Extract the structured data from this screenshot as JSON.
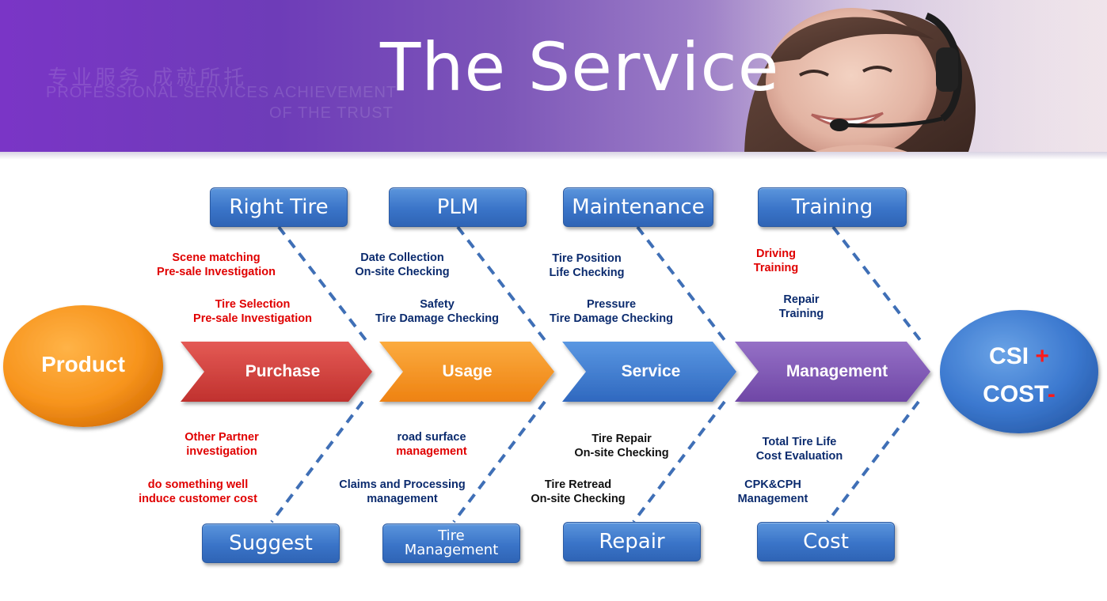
{
  "header": {
    "title": "The Service",
    "watermark_cn": "专业服务  成就所托",
    "watermark_en_line1": "PROFESSIONAL SERVICES ACHIEVEMENT",
    "watermark_en_line2": "OF THE TRUST"
  },
  "diagram": {
    "start": {
      "label": "Product"
    },
    "end": {
      "line1_text": "CSI",
      "line1_sign": "+",
      "line2_text": "COST",
      "line2_sign": "-"
    },
    "stages": [
      {
        "label": "Purchase",
        "color": "#d8413f"
      },
      {
        "label": "Usage",
        "color": "#f7941d"
      },
      {
        "label": "Service",
        "color": "#3b7dd8"
      },
      {
        "label": "Management",
        "color": "#8155b4"
      }
    ],
    "top_boxes": [
      {
        "label": "Right Tire"
      },
      {
        "label": "PLM"
      },
      {
        "label": "Maintenance"
      },
      {
        "label": "Training"
      }
    ],
    "bottom_boxes": [
      {
        "label": "Suggest"
      },
      {
        "label_line1": "Tire",
        "label_line2": "Management"
      },
      {
        "label": "Repair"
      },
      {
        "label": "Cost"
      }
    ],
    "notes": {
      "purchase_top": [
        {
          "line1": "Scene matching",
          "line2": "Pre-sale Investigation",
          "color": "red"
        },
        {
          "line1": "Tire Selection",
          "line2": "Pre-sale Investigation",
          "color": "red"
        }
      ],
      "usage_top": [
        {
          "line1": "Date Collection",
          "line2": "On-site Checking",
          "color": "navy"
        },
        {
          "line1": "Safety",
          "line2": "Tire Damage Checking",
          "color": "navy"
        }
      ],
      "service_top": [
        {
          "line1": "Tire Position",
          "line2": "Life Checking",
          "color": "navy"
        },
        {
          "line1": "Pressure",
          "line2": "Tire Damage Checking",
          "color": "navy"
        }
      ],
      "management_top": [
        {
          "line1": "Driving",
          "line2": "Training",
          "color": "red"
        },
        {
          "line1": "Repair",
          "line2": "Training",
          "color": "navy"
        }
      ],
      "purchase_bottom": [
        {
          "line1": "Other  Partner",
          "line2": "investigation",
          "color": "red"
        },
        {
          "line1": "do something well",
          "line2": "induce customer cost",
          "color": "red"
        }
      ],
      "usage_bottom": [
        {
          "line1": "road surface",
          "line2": "management",
          "line1_color": "navy",
          "line2_color": "red"
        },
        {
          "line1": "Claims and Processing",
          "line2": "management",
          "color": "navy"
        }
      ],
      "service_bottom": [
        {
          "line1": "Tire Repair",
          "line2": "On-site Checking",
          "color": "black"
        },
        {
          "line1": "Tire Retread",
          "line2": "On-site Checking",
          "color": "black"
        }
      ],
      "management_bottom": [
        {
          "line1": "Total Tire Life",
          "line2": "Cost Evaluation",
          "color": "navy"
        },
        {
          "line1": "CPK&CPH",
          "line2": "Management",
          "color": "navy"
        }
      ]
    }
  }
}
